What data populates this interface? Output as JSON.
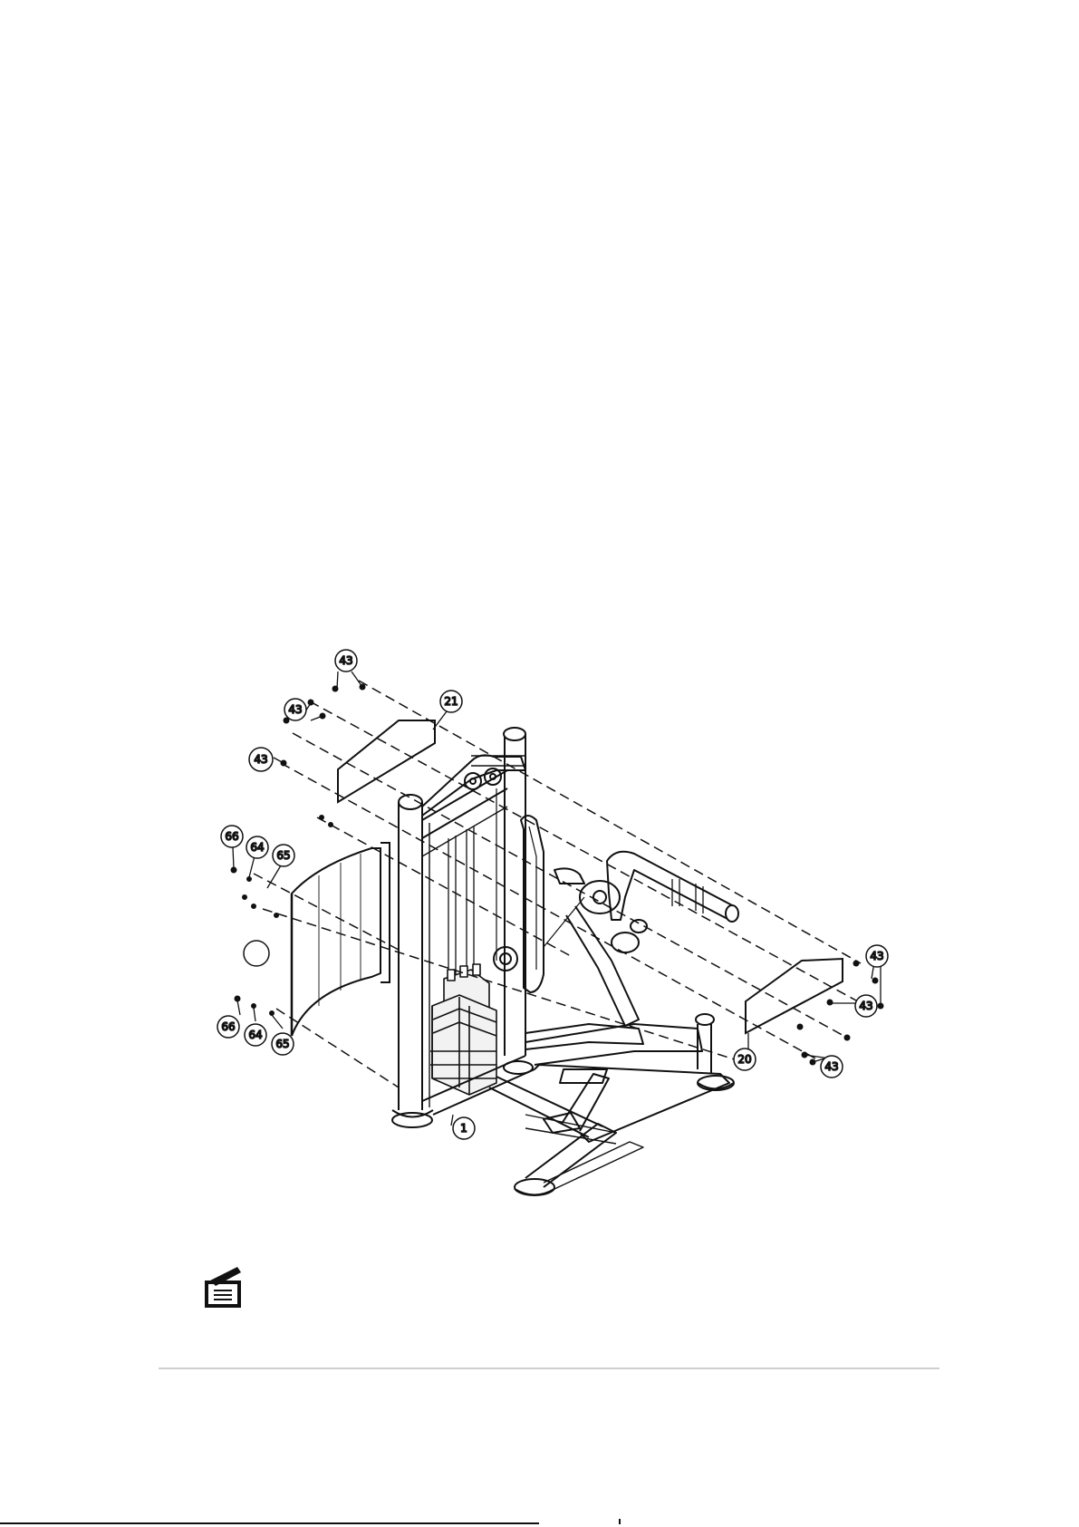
{
  "callouts": {
    "c43_top": "43",
    "c43_mid": "43",
    "c43_left": "43",
    "c21": "21",
    "c66_top": "66",
    "c64_top": "64",
    "c65_top": "65",
    "c_blank": "",
    "c66_bot": "66",
    "c64_bot": "64",
    "c65_bot": "65",
    "c1": "1",
    "c20": "20",
    "c43_r1": "43",
    "c43_r2": "43",
    "c43_r3": "43"
  },
  "icons": {
    "note": "note-icon"
  }
}
